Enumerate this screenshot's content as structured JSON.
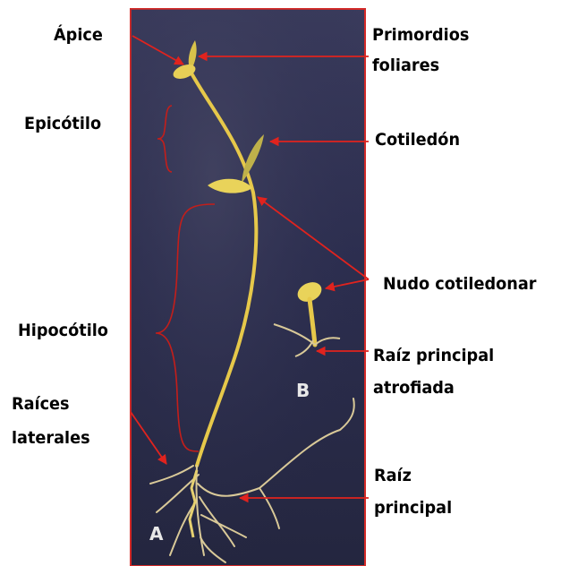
{
  "labels": {
    "apice": "Ápice",
    "primordios_1": "Primordios",
    "primordios_2": "foliares",
    "epicotilo": "Epicótilo",
    "cotiledon": "Cotiledón",
    "nudo": "Nudo cotiledonar",
    "hipocotilo": "Hipocótilo",
    "raiz_atrofiada_1": "Raíz principal",
    "raiz_atrofiada_2": "atrofiada",
    "raices_1": "Raíces",
    "raices_2": "laterales",
    "raiz_principal_1": "Raíz",
    "raiz_principal_2": "principal"
  },
  "photo_letters": {
    "a": "A",
    "b": "B"
  },
  "colors": {
    "arrow": "#e0231e",
    "photo_border": "#d42a28",
    "photo_bg": "#2a2c4e",
    "seedling": "#e6c84a",
    "root": "#d9c998",
    "bracket": "#c41e1a"
  }
}
